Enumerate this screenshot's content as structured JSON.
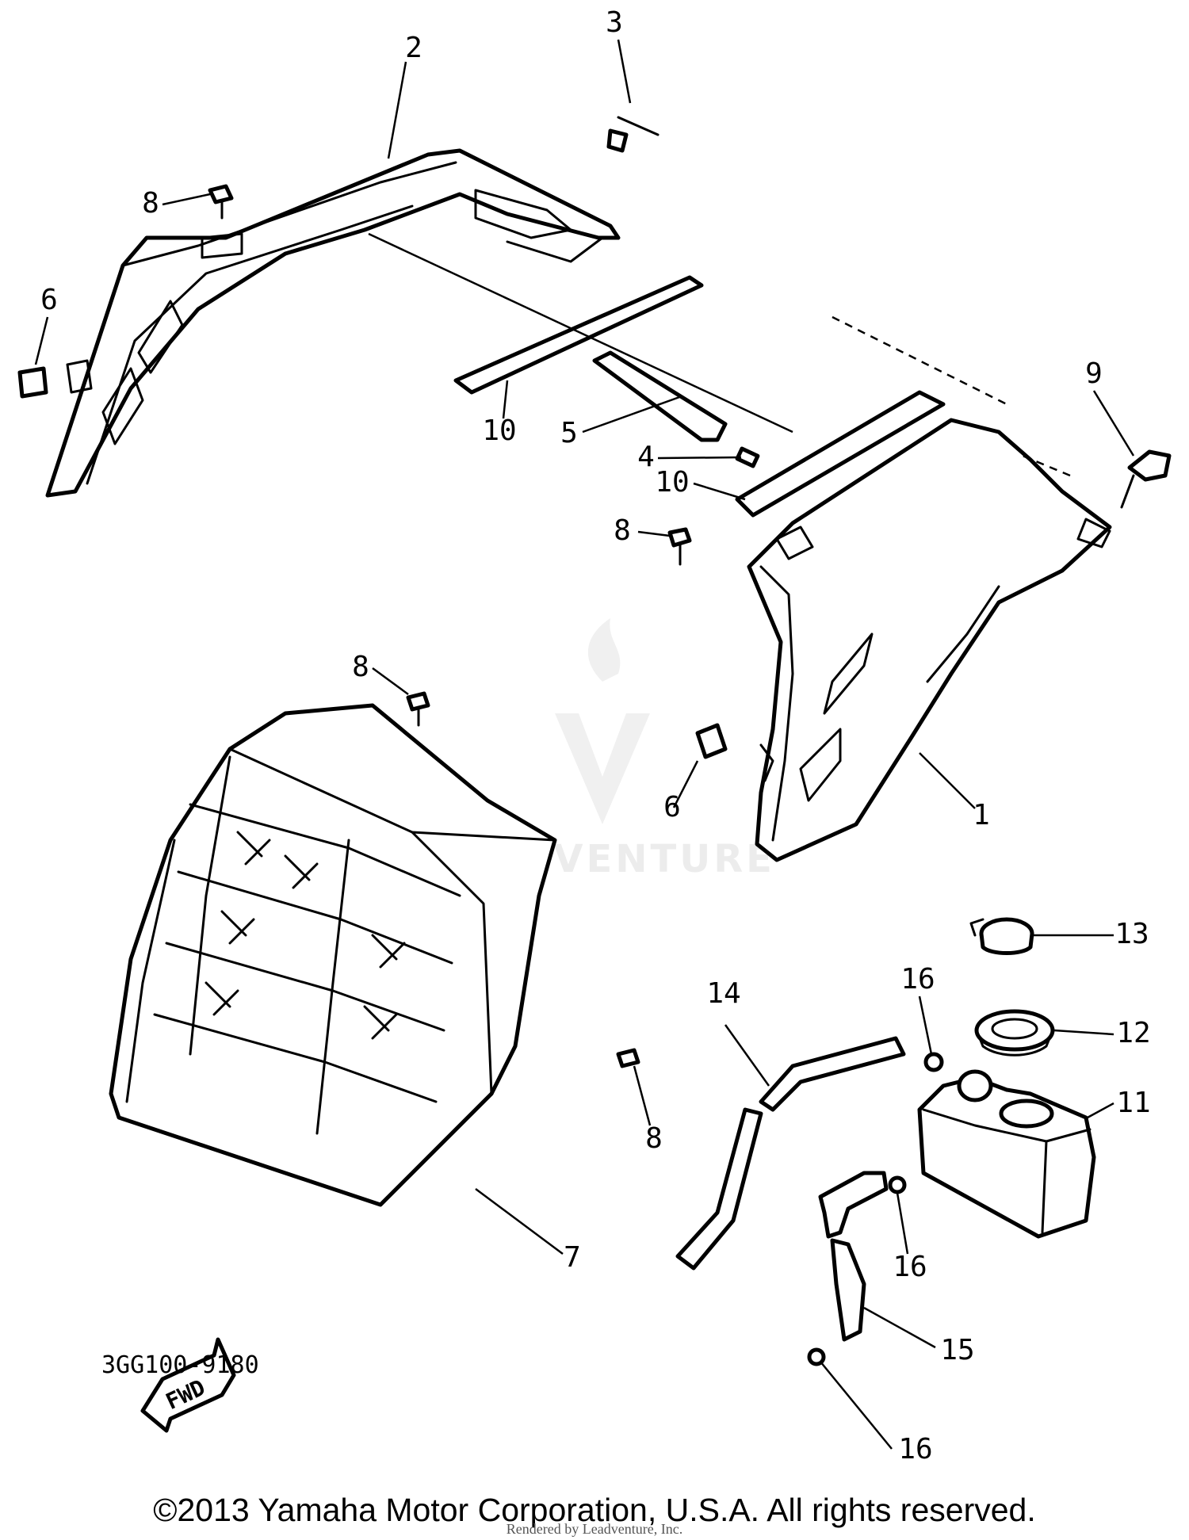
{
  "diagram": {
    "callouts": [
      {
        "id": "c2",
        "text": "2"
      },
      {
        "id": "c3",
        "text": "3"
      },
      {
        "id": "c8a",
        "text": "8"
      },
      {
        "id": "c6a",
        "text": "6"
      },
      {
        "id": "c10a",
        "text": "10"
      },
      {
        "id": "c5",
        "text": "5"
      },
      {
        "id": "c4",
        "text": "4"
      },
      {
        "id": "c10b",
        "text": "10"
      },
      {
        "id": "c9",
        "text": "9"
      },
      {
        "id": "c8b",
        "text": "8"
      },
      {
        "id": "c8c",
        "text": "8"
      },
      {
        "id": "c6b",
        "text": "6"
      },
      {
        "id": "c1",
        "text": "1"
      },
      {
        "id": "c13",
        "text": "13"
      },
      {
        "id": "c14",
        "text": "14"
      },
      {
        "id": "c16a",
        "text": "16"
      },
      {
        "id": "c12",
        "text": "12"
      },
      {
        "id": "c11",
        "text": "11"
      },
      {
        "id": "c8d",
        "text": "8"
      },
      {
        "id": "c7",
        "text": "7"
      },
      {
        "id": "c16b",
        "text": "16"
      },
      {
        "id": "c15",
        "text": "15"
      },
      {
        "id": "c16c",
        "text": "16"
      }
    ],
    "fwd_label": "FWD",
    "diagram_code": "3GG100-9180",
    "watermark": "LEADVENTURE"
  },
  "footer": {
    "copyright": "©2013 Yamaha Motor Corporation, U.S.A. All rights reserved.",
    "rendered_by": "Rendered by Leadventure, Inc."
  }
}
